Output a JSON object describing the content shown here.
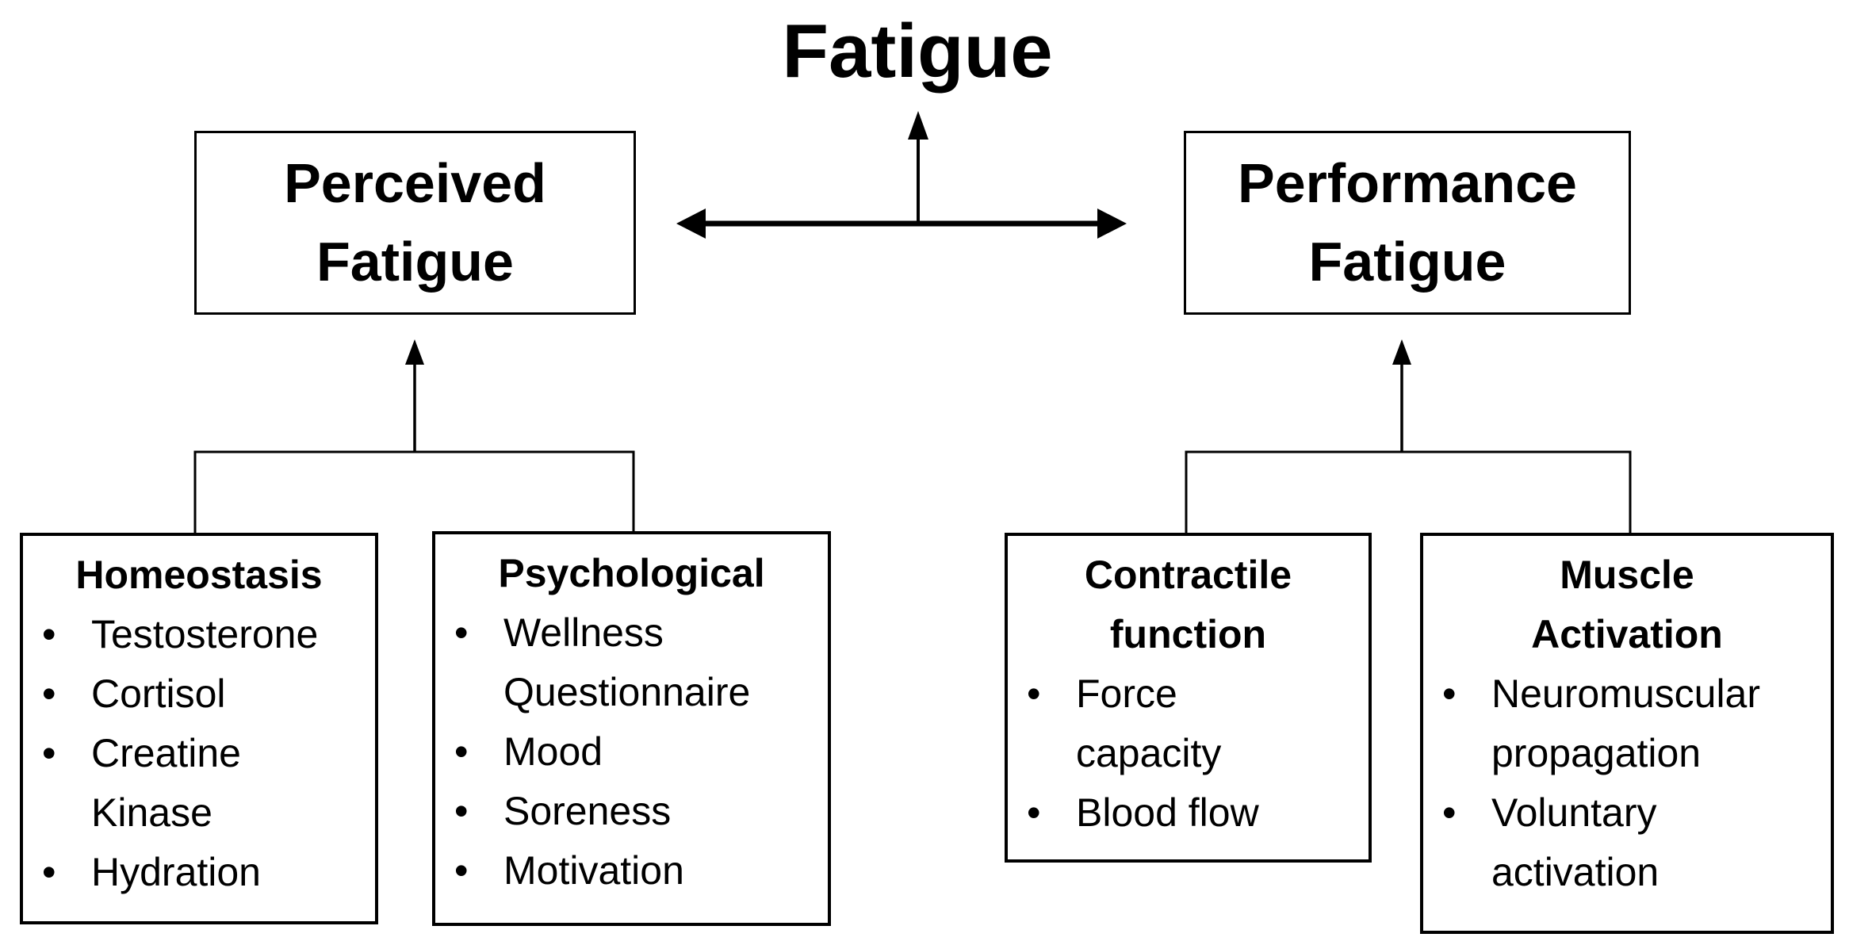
{
  "title": "Fatigue",
  "colors": {
    "line": "#000000",
    "text": "#000000",
    "background": "#ffffff"
  },
  "branches": [
    {
      "label": "Perceived\nFatigue"
    },
    {
      "label": "Performance\nFatigue"
    }
  ],
  "categories": [
    {
      "title": "Homeostasis",
      "items": [
        "Testosterone",
        "Cortisol",
        "Creatine\nKinase",
        "Hydration"
      ]
    },
    {
      "title": "Psychological",
      "items": [
        "Wellness\nQuestionnaire",
        "Mood",
        "Soreness",
        "Motivation"
      ]
    },
    {
      "title": "Contractile\nfunction",
      "items": [
        "Force\ncapacity",
        "Blood flow"
      ]
    },
    {
      "title": "Muscle\nActivation",
      "items": [
        "Neuromuscular\npropagation",
        "Voluntary\nactivation"
      ]
    }
  ]
}
